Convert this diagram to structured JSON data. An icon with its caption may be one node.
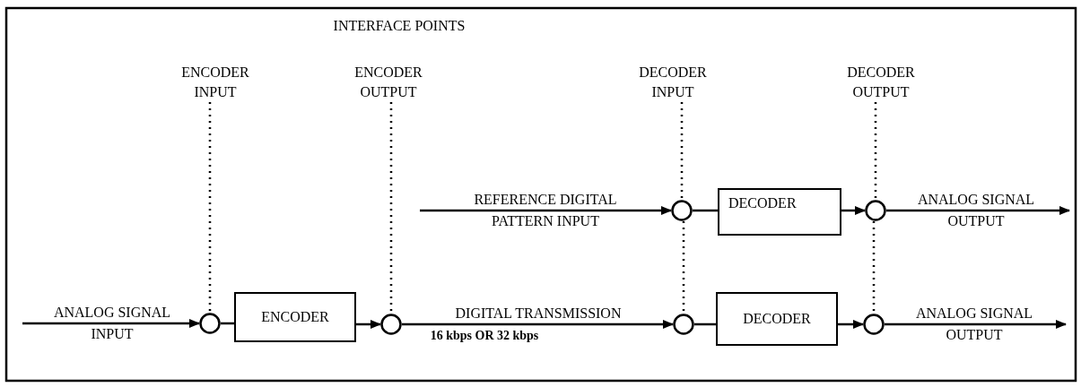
{
  "diagram": {
    "title": "INTERFACE POINTS",
    "nodes": [
      {
        "text": [
          "ENCODER INPUT"
        ]
      },
      {
        "text": [
          "ENCODER OUTPUT"
        ]
      },
      {
        "text": [
          "DECODER INPUT"
        ]
      },
      {
        "text": [
          "DECODER OUTPUT"
        ]
      },
      {
        "text": [],
        "shape": "circle"
      },
      {
        "text": [
          "ENCODER"
        ]
      },
      {
        "text": [],
        "shape": "circle"
      },
      {
        "text": [],
        "shape": "circle"
      },
      {
        "text": [
          "DECODER"
        ]
      },
      {
        "text": [],
        "shape": "circle"
      },
      {
        "text": [],
        "shape": "circle"
      },
      {
        "text": [
          "DECODER"
        ]
      },
      {
        "text": [],
        "shape": "circle"
      }
    ],
    "edges": [
      {
        "from": null,
        "to": 4,
        "arrow": "to",
        "label": "ANALOG SIGNAL INPUT"
      },
      {
        "from": 4,
        "to": 5,
        "arrow": "none"
      },
      {
        "from": 5,
        "to": 6,
        "arrow": "to"
      },
      {
        "from": 6,
        "to": 10,
        "arrow": "to",
        "label": "DIGITAL TRANSMISSION"
      },
      {
        "from": 10,
        "to": 11,
        "arrow": "none"
      },
      {
        "from": 11,
        "to": 12,
        "arrow": "to"
      },
      {
        "from": 12,
        "to": null,
        "arrow": "to",
        "label": "ANALOG SIGNAL OUTPUT"
      },
      {
        "from": null,
        "to": 7,
        "arrow": "to",
        "label": "REFERENCE DIGITAL PATTERN INPUT"
      },
      {
        "from": 7,
        "to": 8,
        "arrow": "none"
      },
      {
        "from": 8,
        "to": 9,
        "arrow": "to"
      },
      {
        "from": 9,
        "to": null,
        "arrow": "to",
        "label": "ANALOG SIGNAL OUTPUT"
      },
      {
        "from": 0,
        "to": 4,
        "arrow": "none",
        "style": "dashed"
      },
      {
        "from": 1,
        "to": 6,
        "arrow": "none",
        "style": "dashed"
      },
      {
        "from": 2,
        "to": 7,
        "arrow": "none",
        "style": "dashed"
      },
      {
        "from": 7,
        "to": 10,
        "arrow": "none",
        "style": "dashed"
      },
      {
        "from": 3,
        "to": 9,
        "arrow": "none",
        "style": "dashed"
      },
      {
        "from": 9,
        "to": 12,
        "arrow": "none",
        "style": "dashed"
      }
    ],
    "labels": [
      "16 kbps OR 32 kbps"
    ]
  }
}
